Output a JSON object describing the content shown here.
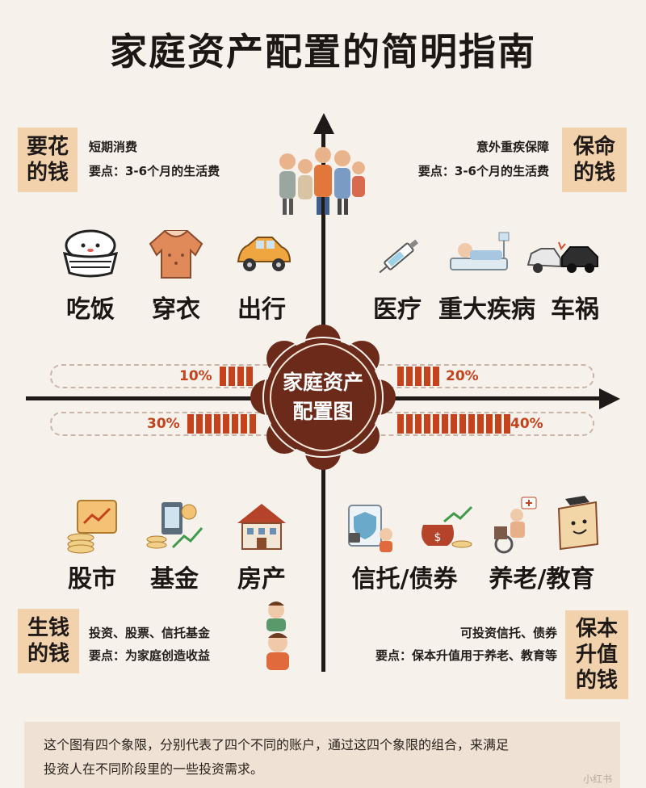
{
  "title": "家庭资产配置的简明指南",
  "center": {
    "line1": "家庭资产",
    "line2": "配置图"
  },
  "quadrants": {
    "top_left": {
      "tag": "要花\n的钱",
      "info_line1": "短期消费",
      "info_line2": "要点：3-6个月的生活费",
      "items": [
        {
          "label": "吃饭",
          "icon": "rice-bowl-icon"
        },
        {
          "label": "穿衣",
          "icon": "sweater-icon"
        },
        {
          "label": "出行",
          "icon": "car-icon"
        }
      ],
      "percent": "10%",
      "stripes": 4
    },
    "top_right": {
      "tag": "保命\n的钱",
      "info_line1": "意外重疾保障",
      "info_line2": "要点：3-6个月的生活费",
      "items": [
        {
          "label": "医疗",
          "icon": "syringe-icon"
        },
        {
          "label": "重大疾病",
          "icon": "hospital-bed-icon"
        },
        {
          "label": "车祸",
          "icon": "car-crash-icon"
        }
      ],
      "percent": "20%",
      "stripes": 5
    },
    "bottom_left": {
      "tag": "生钱\n的钱",
      "info_line1": "投资、股票、信托基金",
      "info_line2": "要点：为家庭创造收益",
      "items": [
        {
          "label": "股市",
          "icon": "stock-chart-icon"
        },
        {
          "label": "基金",
          "icon": "fund-coins-icon"
        },
        {
          "label": "房产",
          "icon": "house-icon"
        }
      ],
      "percent": "30%",
      "stripes": 8
    },
    "bottom_right": {
      "tag": "保本\n升值\n的钱",
      "info_line1": "可投资信托、债券",
      "info_line2": "要点：保本升值用于养老、教育等",
      "items": [
        {
          "label": "信托/债券",
          "icon": "bond-security-icon"
        },
        {
          "label": "养老/教育",
          "icon": "elderly-education-icon"
        }
      ],
      "percent": "40%",
      "stripes": 13
    }
  },
  "footer": {
    "line1": "这个图有四个象限，分别代表了四个不同的账户，通过这四个象限的组合，来满足",
    "line2": "投资人在不同阶段里的一些投资需求。"
  },
  "watermark": "小红书",
  "colors": {
    "background": "#f6f1eb",
    "tag": "#f2d2ad",
    "accent": "#c4421c",
    "center_badge": "#6b2a1a",
    "axis": "#1f1a17"
  }
}
